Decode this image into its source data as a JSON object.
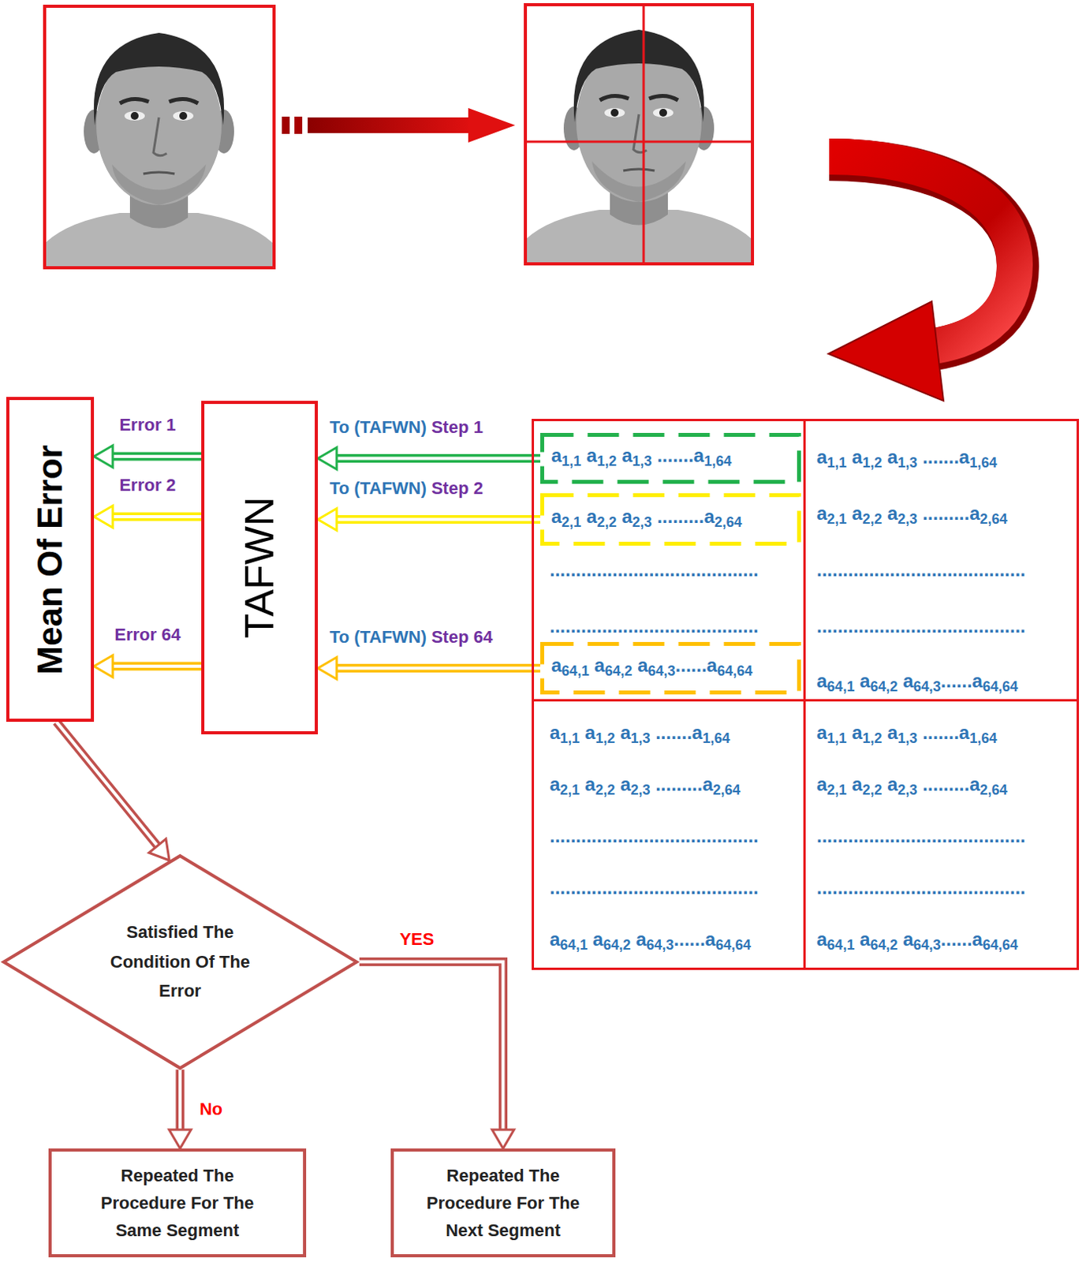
{
  "diagram": {
    "nodes": [
      {
        "text": [
          "Mean Of Error"
        ]
      },
      {
        "text": [
          "TAFWN"
        ]
      },
      {
        "text": [
          "........................................",
          "........................................"
        ]
      },
      {
        "text": [
          "a1,1 a1,2 a1,3 .......a1,64"
        ],
        "in": 2
      },
      {
        "text": [
          "a2,1 a2,2 a2,3 .........a2,64"
        ],
        "in": 2
      },
      {
        "text": [
          "a64,1 a64,2 a64,3......a64,64"
        ],
        "in": 2
      },
      {
        "text": [
          "a1,1 a1,2 a1,3 .......a1,64",
          "a2,1 a2,2 a2,3 .........a2,64",
          "........................................",
          "........................................",
          "a64,1 a64,2 a64,3......a64,64"
        ]
      },
      {
        "text": [
          "a1,1 a1,2 a1,3 .......a1,64",
          "a2,1 a2,2 a2,3 .........a2,64",
          "........................................",
          "........................................",
          "a64,1 a64,2 a64,3......a64,64"
        ]
      },
      {
        "text": [
          "a1,1 a1,2 a1,3 .......a1,64",
          "a2,1 a2,2 a2,3 .........a2,64",
          "........................................",
          "........................................",
          "a64,1 a64,2 a64,3......a64,64"
        ]
      },
      {
        "text": [
          "Satisfied The Condition Of The Error"
        ]
      },
      {
        "text": [
          "Repeated The Procedure For The Same Segment"
        ]
      },
      {
        "text": [
          "Repeated The Procedure For The Next Segment"
        ]
      }
    ],
    "edges": [
      {
        "from": 3,
        "to": 1,
        "arrow": "to",
        "label": "To (TAFWN) Step 1"
      },
      {
        "from": 4,
        "to": 1,
        "arrow": "to",
        "label": "To (TAFWN) Step 2"
      },
      {
        "from": 5,
        "to": 1,
        "arrow": "to",
        "label": "To (TAFWN) Step 64"
      },
      {
        "from": 1,
        "to": 0,
        "arrow": "to",
        "label": "Error 1"
      },
      {
        "from": 1,
        "to": 0,
        "arrow": "to",
        "label": "Error 2"
      },
      {
        "from": 1,
        "to": 0,
        "arrow": "to",
        "label": "Error 64"
      },
      {
        "from": 0,
        "to": 9,
        "arrow": "to"
      },
      {
        "from": 9,
        "to": 11,
        "arrow": "to",
        "label": "YES"
      },
      {
        "from": 9,
        "to": 10,
        "arrow": "to",
        "label": "No"
      }
    ]
  }
}
